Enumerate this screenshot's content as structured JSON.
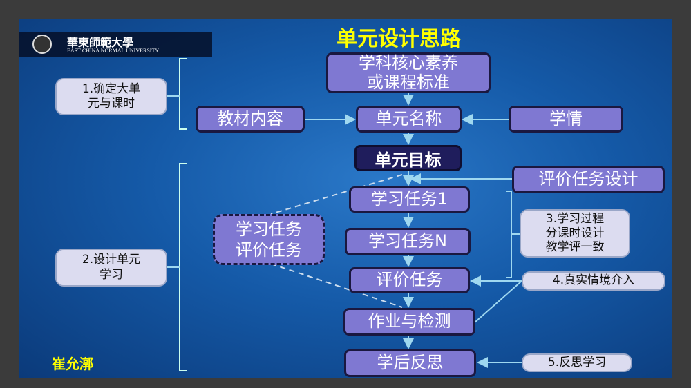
{
  "title": "单元设计思路",
  "logo": {
    "cn": "華東師範大學",
    "en": "EAST CHINA NORMAL UNIVERSITY"
  },
  "author": "崔允漷",
  "boxes": {
    "core": [
      "学科核心素养",
      "或课程标准"
    ],
    "unit_name": "单元名称",
    "textbook": "教材内容",
    "learner": "学情",
    "unit_goal": "单元目标",
    "eval_design": "评价任务设计",
    "task1": "学习任务1",
    "taskN": "学习任务N",
    "combined": [
      "学习任务",
      "评价任务"
    ],
    "eval_task": "评价任务",
    "homework": "作业与检测",
    "reflect": "学后反思"
  },
  "notes": {
    "n1": [
      "1.确定大单",
      "元与课时"
    ],
    "n2": [
      "2.设计单元",
      "学习"
    ],
    "n3": [
      "3.学习过程",
      "分课时设计",
      "教学评一致"
    ],
    "n4": "4.真实情境介入",
    "n5": "5.反思学习"
  },
  "colors": {
    "title": "#ffff00",
    "box": "#7f78d2",
    "goal": "#1f1d5c",
    "note": "#dcdcf0"
  }
}
